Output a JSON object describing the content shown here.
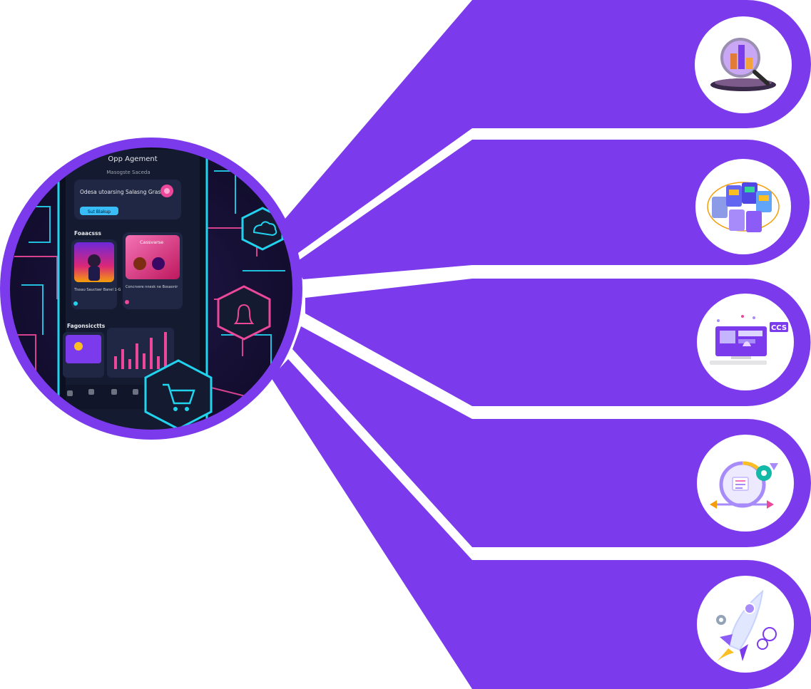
{
  "colors": {
    "brand_purple": "#7c3aed",
    "brand_purple_light": "#8a3ff1",
    "white": "#ffffff",
    "neon_cyan": "#22d3ee",
    "neon_pink": "#ec4899",
    "screen_dark": "#141a30"
  },
  "hero_image": {
    "icon": "mobile-app-dashboard-illustration",
    "screen_title": "Opp Agement",
    "screen_subtitle": "Masogste Saceda",
    "banner_title": "Odesa utoarsing Salasng Grasha",
    "banner_button": "Sut Blakup",
    "section_features": "Foaacsss",
    "card_left_title": "Tissau Sauctser Banel 1-G",
    "card_right_title": "Cassvarse",
    "card_right_text": "Concrvere nnesk ne Bosaonir",
    "section_bottom": "Fagonsicctts"
  },
  "steps": [
    {
      "icon": "magnifier-chart-icon"
    },
    {
      "icon": "isometric-blocks-icon"
    },
    {
      "icon": "web-design-monitor-icon",
      "badge": "CCS"
    },
    {
      "icon": "process-cycle-gear-icon"
    },
    {
      "icon": "rocket-launch-icon"
    }
  ]
}
